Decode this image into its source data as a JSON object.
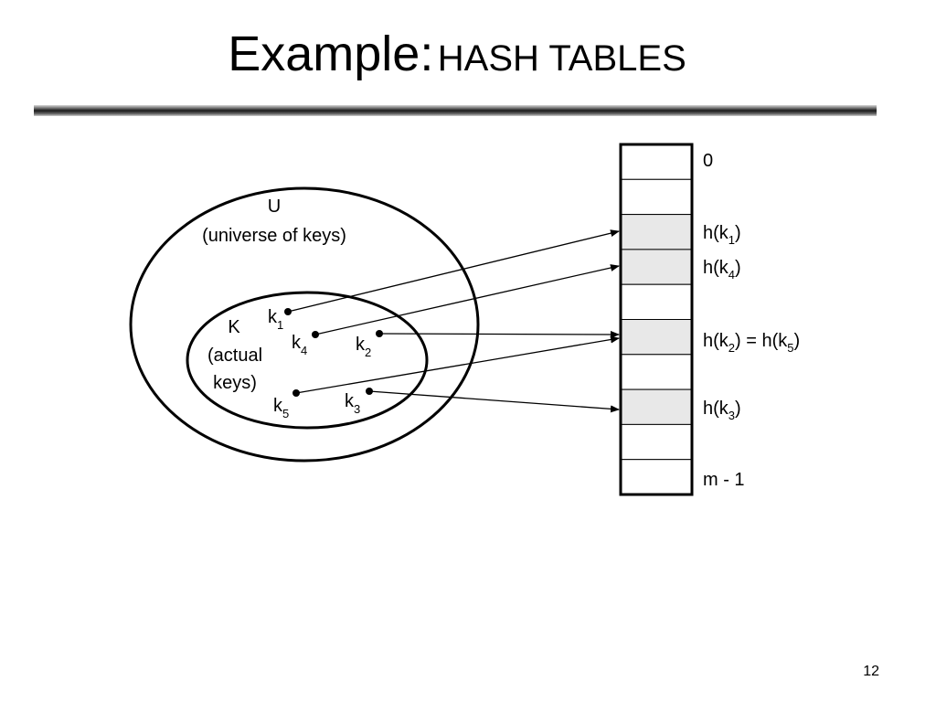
{
  "slide": {
    "title_main": "Example:",
    "title_sub": "HASH TABLES",
    "page_number": "12"
  },
  "diagram": {
    "universe": {
      "label": "U",
      "desc": "(universe of keys)"
    },
    "actual": {
      "label": "K",
      "desc_line1": "(actual",
      "desc_line2": "keys)"
    },
    "keys": [
      {
        "base": "k",
        "sub": "1"
      },
      {
        "base": "k",
        "sub": "4"
      },
      {
        "base": "k",
        "sub": "2"
      },
      {
        "base": "k",
        "sub": "5"
      },
      {
        "base": "k",
        "sub": "3"
      }
    ],
    "slot_labels": {
      "zero": "0",
      "last": "m - 1"
    },
    "hash_labels": {
      "h1": {
        "pre": "h(k",
        "sub": "1",
        "post": ")"
      },
      "h4": {
        "pre": "h(k",
        "sub": "4",
        "post": ")"
      },
      "h25": {
        "pre": "h(k",
        "sub": "2",
        "mid": ") = h(k",
        "sub2": "5",
        "post": ")"
      },
      "h3": {
        "pre": "h(k",
        "sub": "3",
        "post": ")"
      }
    }
  }
}
